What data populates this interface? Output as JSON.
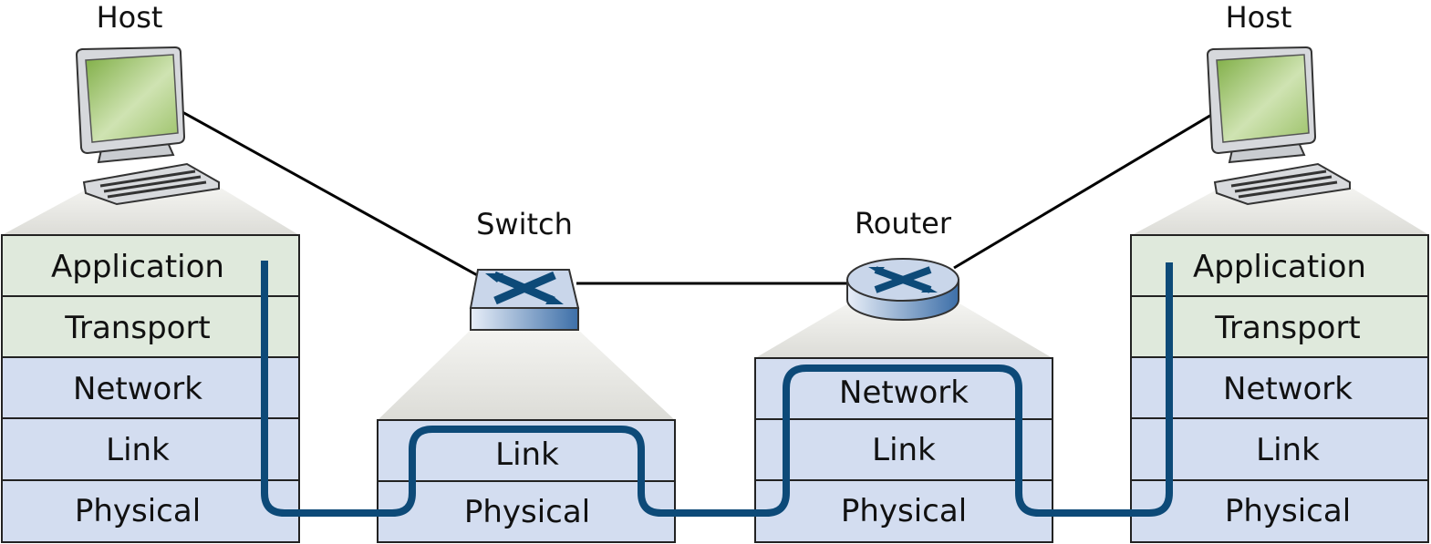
{
  "devices": {
    "left_host": {
      "label": "Host"
    },
    "switch": {
      "label": "Switch"
    },
    "router": {
      "label": "Router"
    },
    "right_host": {
      "label": "Host"
    }
  },
  "stacks": {
    "left_host": [
      "Application",
      "Transport",
      "Network",
      "Link",
      "Physical"
    ],
    "switch": [
      "Link",
      "Physical"
    ],
    "router": [
      "Network",
      "Link",
      "Physical"
    ],
    "right_host": [
      "Application",
      "Transport",
      "Network",
      "Link",
      "Physical"
    ]
  },
  "colors": {
    "upper_layers": "#dfe9dc",
    "lower_layers": "#d3ddf0",
    "data_path": "#0d4a78",
    "cone": "#e4e4e0",
    "screen": "#9dc26a"
  }
}
